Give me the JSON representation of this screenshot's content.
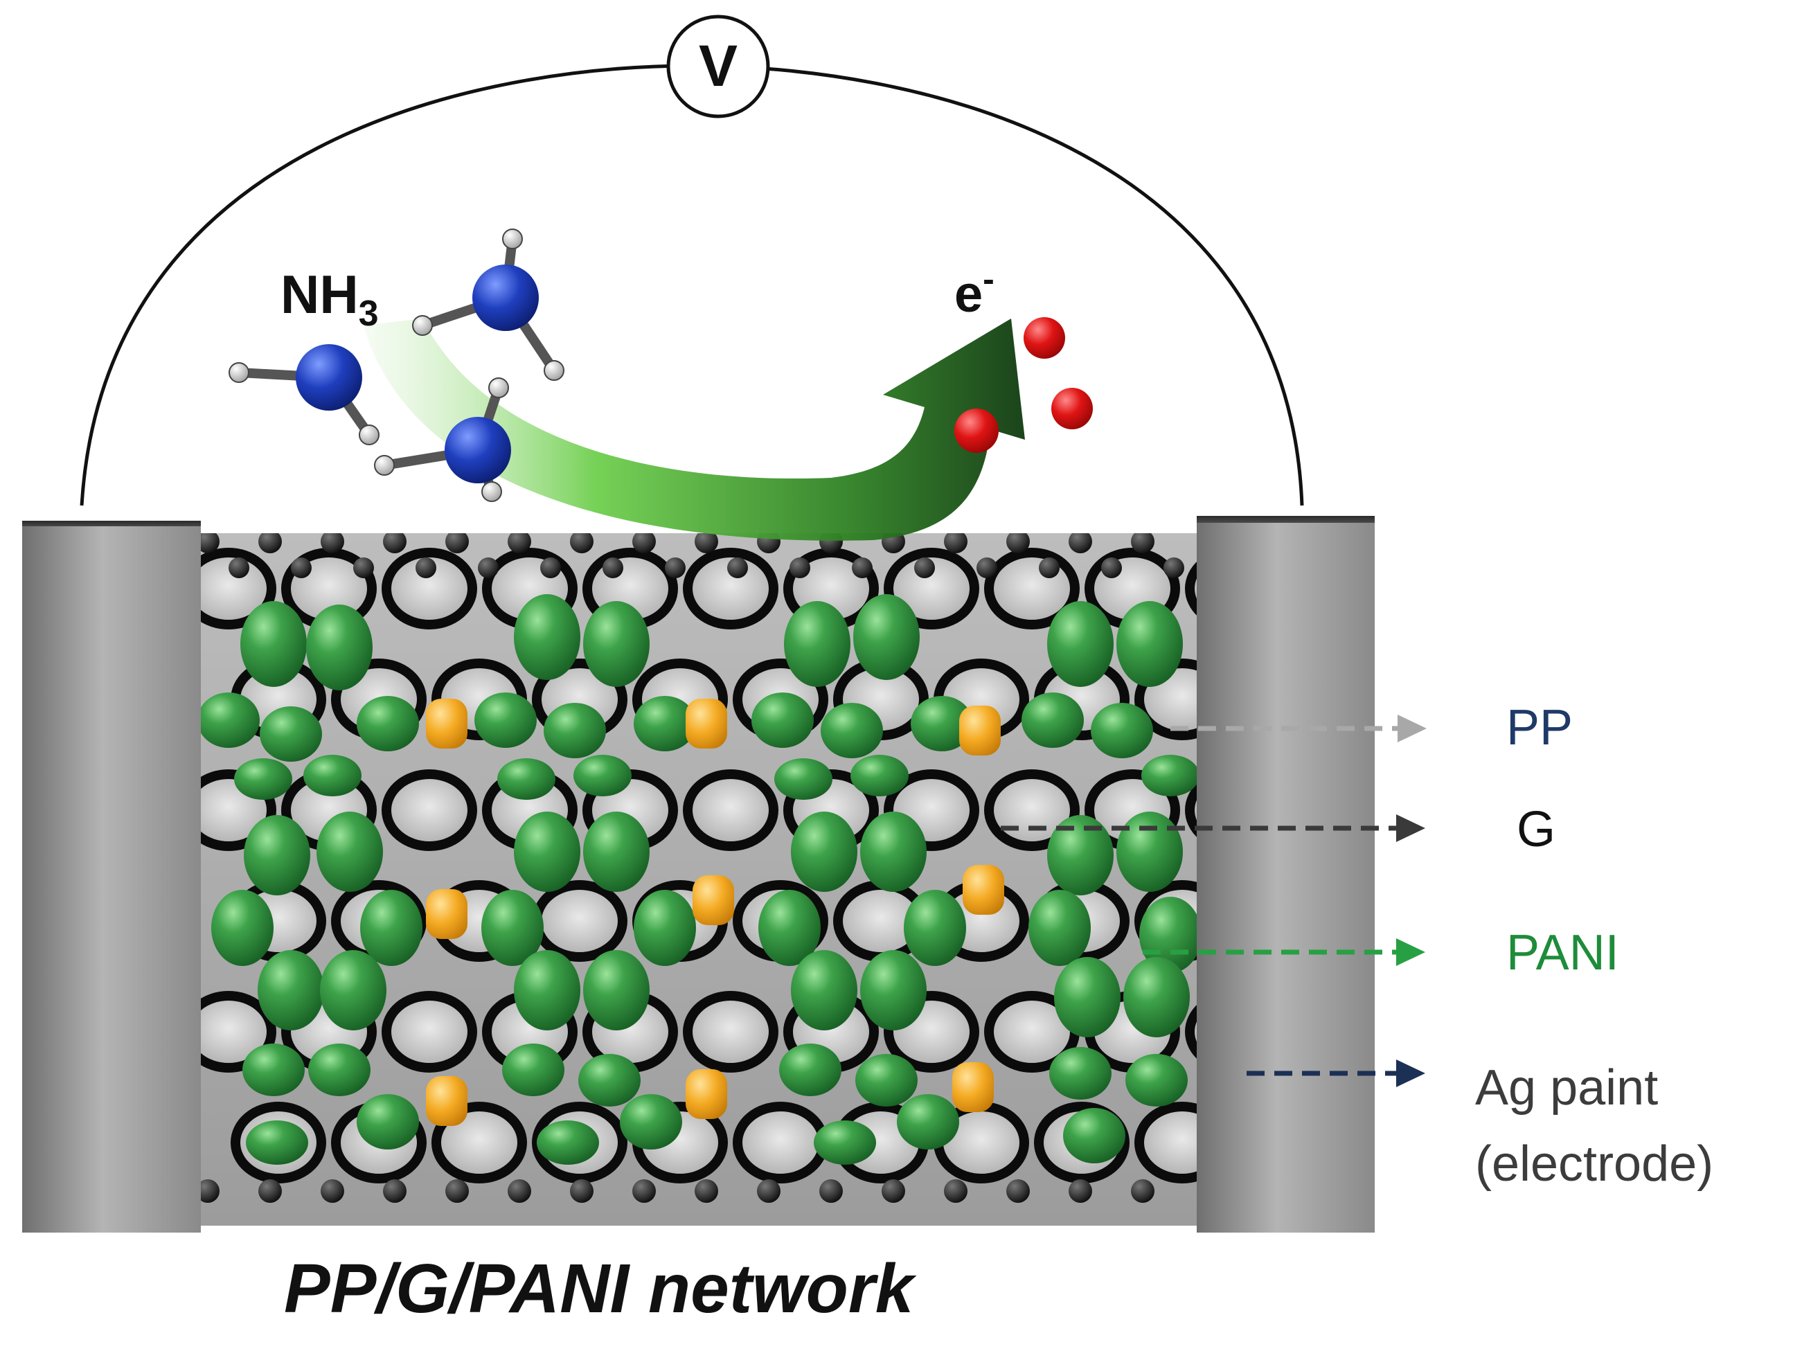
{
  "voltmeter": {
    "symbol": "V"
  },
  "gas": {
    "formula_base": "NH",
    "formula_subscript": "3"
  },
  "electron": {
    "symbol": "e",
    "superscript": "-"
  },
  "legend": {
    "items": [
      {
        "label": "PP",
        "color": "#1f3a68",
        "arrow_color": "#a8a8a8"
      },
      {
        "label": "G",
        "color": "#111111",
        "arrow_color": "#3a3a3a"
      },
      {
        "label": "PANI",
        "color": "#1e8c3a",
        "arrow_color": "#27a043"
      },
      {
        "label": "Ag paint",
        "label_line2": "(electrode)",
        "color": "#3c3c3c",
        "arrow_color": "#1c2f55"
      }
    ]
  },
  "caption": "PP/G/PANI network",
  "colors": {
    "pani_green": "#2e8b3c",
    "dopant_orange": "#f2a51c",
    "electrode_gray": "#9a9a9a",
    "electron_red": "#e01010",
    "nitrogen_blue": "#1f3fbf"
  }
}
